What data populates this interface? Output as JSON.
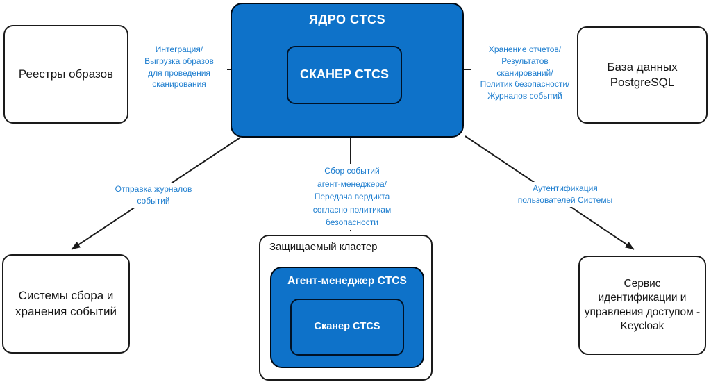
{
  "colors": {
    "node_blue": "#0e72c9",
    "edge_label_blue": "#1e7ecf",
    "line_black": "#1a1a1a",
    "node_text": "#161616"
  },
  "nodes": {
    "core": {
      "title": "ЯДРО CTCS",
      "scanner": "СКАНЕР CTCS"
    },
    "image_registries": {
      "label": "Реестры образов"
    },
    "postgres_db": {
      "label": "База данных\nPostgreSQL"
    },
    "event_storage": {
      "label": "Системы сбора и\nхранения событий"
    },
    "protected_cluster": {
      "title": "Защищаемый кластер",
      "agent_manager": "Агент-менеджер CTCS",
      "scanner": "Сканер CTCS"
    },
    "keycloak": {
      "label": "Сервис\nидентификации и\nуправления доступом -\nKeycloak"
    }
  },
  "edge_labels": {
    "to_registries": "Интеграция/\nВыгрузка образов\nдля проведения\nсканирования",
    "to_postgres": "Хранение отчетов/\nРезультатов\nсканирований/\nПолитик безопасности/\nЖурналов событий",
    "to_event_storage": "Отправка журналов\nсобытий",
    "to_cluster": "Сбор событий\nагент-менеджера/\nПередача вердикта\nсогласно политикам\nбезопасности",
    "to_keycloak": "Аутентификация\nпользователей Системы"
  }
}
